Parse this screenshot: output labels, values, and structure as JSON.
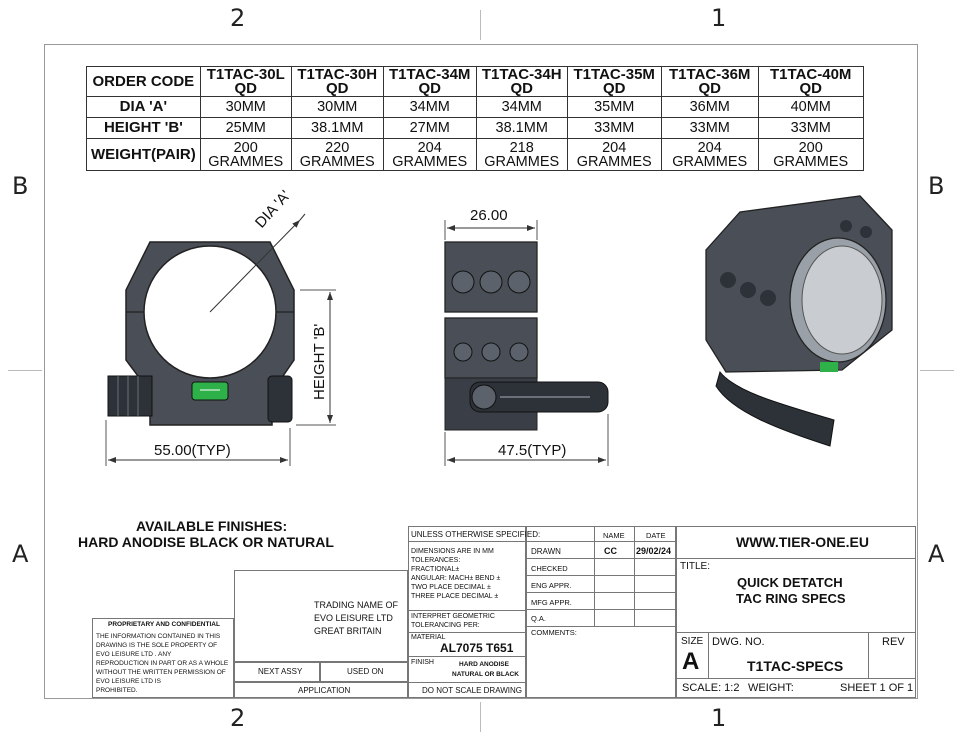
{
  "zones": {
    "top_left": "2",
    "top_right": "1",
    "bottom_left": "2",
    "bottom_right": "1",
    "left_upper": "B",
    "left_lower": "A",
    "right_upper": "B",
    "right_lower": "A"
  },
  "spec_table": {
    "headers": [
      "ORDER CODE",
      "T1TAC-30L QD",
      "T1TAC-30H QD",
      "T1TAC-34M QD",
      "T1TAC-34H QD",
      "T1TAC-35M QD",
      "T1TAC-36M QD",
      "T1TAC-40M QD"
    ],
    "rows": [
      {
        "label": "DIA 'A'",
        "values": [
          "30MM",
          "30MM",
          "34MM",
          "34MM",
          "35MM",
          "36MM",
          "40MM"
        ]
      },
      {
        "label": "HEIGHT 'B'",
        "values": [
          "25MM",
          "38.1MM",
          "27MM",
          "38.1MM",
          "33MM",
          "33MM",
          "33MM"
        ]
      },
      {
        "label": "WEIGHT(PAIR)",
        "values": [
          "200 GRAMMES",
          "220 GRAMMES",
          "204 GRAMMES",
          "218 GRAMMES",
          "204 GRAMMES",
          "204 GRAMMES",
          "200 GRAMMES"
        ]
      }
    ]
  },
  "dimensions": {
    "dia": "DIA 'A'",
    "height": "HEIGHT 'B'",
    "width_front": "55.00(TYP)",
    "width_top": "26.00",
    "width_side": "47.5(TYP)"
  },
  "finishes": {
    "line1": "AVAILABLE FINISHES:",
    "line2": "HARD ANODISE BLACK OR NATURAL"
  },
  "title_block": {
    "trading": [
      "TRADING NAME OF",
      "EVO LEISURE LTD",
      "GREAT BRITAIN"
    ],
    "proprietary_title": "PROPRIETARY AND CONFIDENTIAL",
    "proprietary_text": [
      "THE INFORMATION CONTAINED IN THIS",
      "DRAWING IS THE SOLE PROPERTY OF",
      "EVO LEISURE LTD . ANY",
      "REPRODUCTION IN PART OR AS A WHOLE",
      "WITHOUT THE WRITTEN PERMISSION OF",
      "EVO LEISURE LTD IS",
      "PROHIBITED."
    ],
    "next_assy": "NEXT ASSY",
    "used_on": "USED ON",
    "application": "APPLICATION",
    "unless": "UNLESS OTHERWISE SPECIFIED:",
    "tolerances": [
      "DIMENSIONS ARE IN MM",
      "TOLERANCES:",
      "FRACTIONAL±",
      "ANGULAR: MACH±    BEND ±",
      "TWO PLACE DECIMAL    ±",
      "THREE PLACE DECIMAL   ±"
    ],
    "interpret": [
      "INTERPRET GEOMETRIC",
      "TOLERANCING PER:"
    ],
    "material_label": "MATERIAL",
    "material": "AL7075 T651",
    "finish_label": "FINISH",
    "finish": [
      "HARD ANODISE",
      "NATURAL OR BLACK"
    ],
    "do_not_scale": "DO NOT SCALE DRAWING",
    "name_h": "NAME",
    "date_h": "DATE",
    "drawn": "DRAWN",
    "drawn_name": "CC",
    "drawn_date": "29/02/24",
    "checked": "CHECKED",
    "eng_appr": "ENG APPR.",
    "mfg_appr": "MFG APPR.",
    "qa": "Q.A.",
    "comments": "COMMENTS:",
    "website": "WWW.TIER-ONE.EU",
    "title_label": "TITLE:",
    "title": [
      "QUICK DETATCH",
      "TAC RING SPECS"
    ],
    "size_label": "SIZE",
    "size": "A",
    "dwg_label": "DWG.  NO.",
    "dwg": "T1TAC-SPECS",
    "rev_label": "REV",
    "scale": "SCALE: 1:2",
    "weight": "WEIGHT:",
    "sheet": "SHEET 1 OF 1"
  },
  "colors": {
    "metal": "#4a4f57",
    "metal_dark": "#2d3138",
    "bubble": "#2fb14a",
    "line": "#333333"
  }
}
